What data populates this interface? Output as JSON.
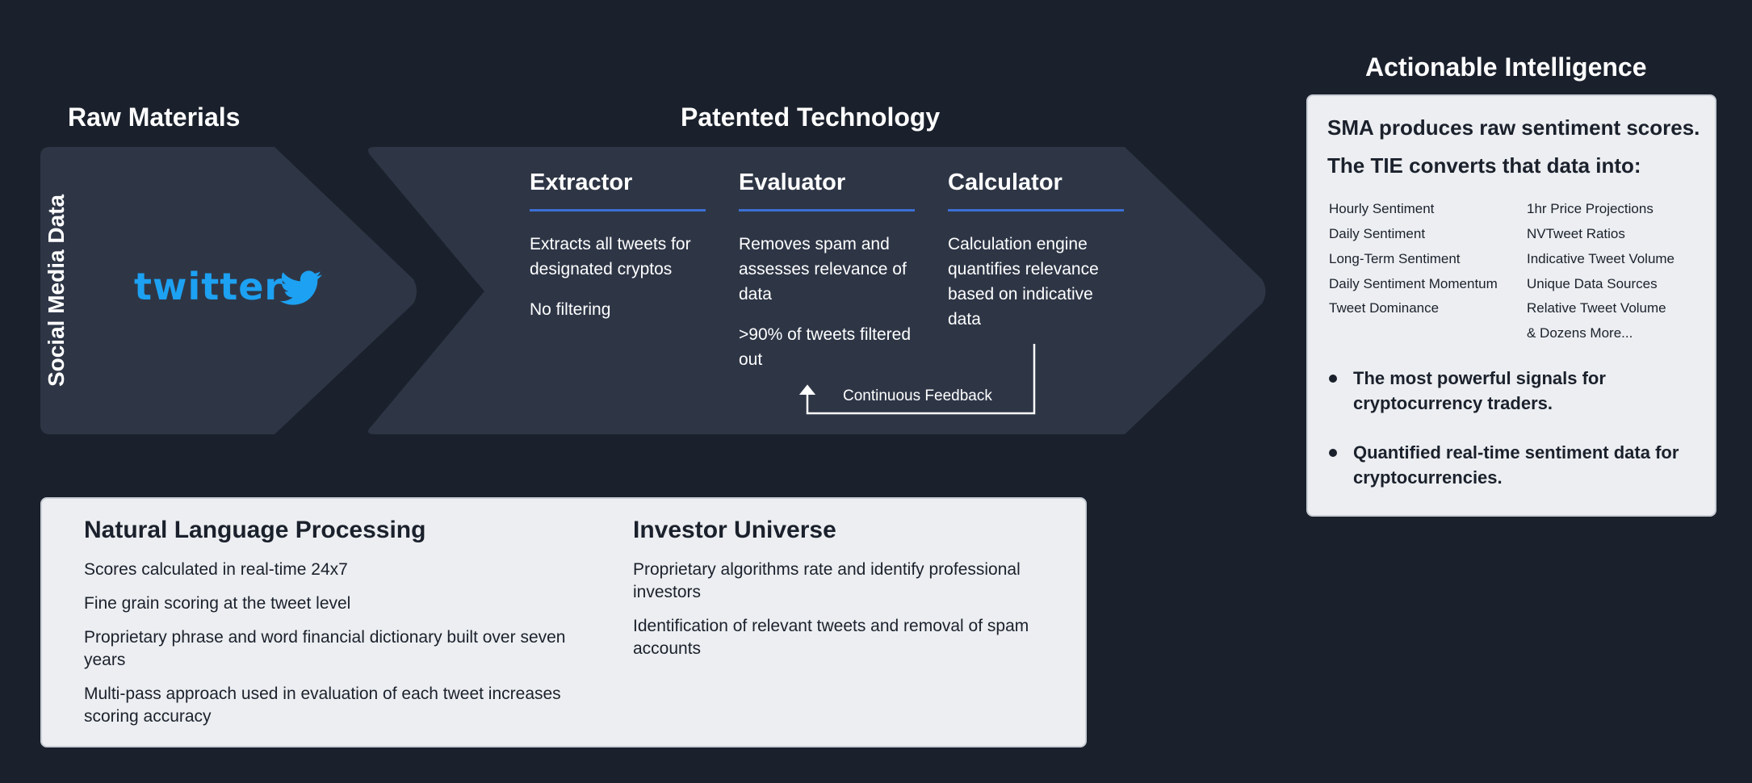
{
  "headings": {
    "raw_materials": "Raw Materials",
    "patented_technology": "Patented Technology",
    "actionable_intelligence": "Actionable Intelligence"
  },
  "raw": {
    "vertical_label": "Social Media Data",
    "logo_text": "twitter"
  },
  "pipeline": [
    {
      "title": "Extractor",
      "text": "Extracts all tweets for designated cryptos",
      "text2": "No filtering"
    },
    {
      "title": "Evaluator",
      "text": "Removes spam and assesses relevance of data",
      "text2": ">90% of tweets filtered out"
    },
    {
      "title": "Calculator",
      "text": "Calculation engine quantifies relevance based on indicative data",
      "text2": ""
    }
  ],
  "feedback_label": "Continuous Feedback",
  "intelligence": {
    "heading1": "SMA produces raw sentiment scores.",
    "heading2": "The TIE converts that data into:",
    "metrics_left": [
      "Hourly Sentiment",
      "Daily Sentiment",
      "Long-Term Sentiment",
      "Daily Sentiment Momentum",
      "Tweet Dominance"
    ],
    "metrics_right": [
      "1hr Price Projections",
      "NVTweet Ratios",
      "Indicative Tweet Volume",
      "Unique Data Sources",
      "Relative Tweet Volume",
      "& Dozens More..."
    ],
    "bullets": [
      "The most powerful signals for cryptocurrency traders.",
      "Quantified real-time sentiment data for cryptocurrencies."
    ]
  },
  "nlp": {
    "title": "Natural Language Processing",
    "items": [
      "Scores calculated in real-time 24x7",
      "Fine grain scoring at the tweet level",
      "Proprietary phrase and word financial dictionary built over seven years",
      "Multi-pass approach used in evaluation of each tweet increases scoring accuracy"
    ]
  },
  "investor": {
    "title": "Investor Universe",
    "items": [
      "Proprietary algorithms rate and identify professional investors",
      "Identification of relevant tweets and removal of spam accounts"
    ]
  },
  "colors": {
    "background": "#1b212c",
    "chevron": "#2e3646",
    "accent_rule": "#3b6fd4",
    "twitter_blue": "#1da1f2",
    "card": "#eceef1"
  }
}
